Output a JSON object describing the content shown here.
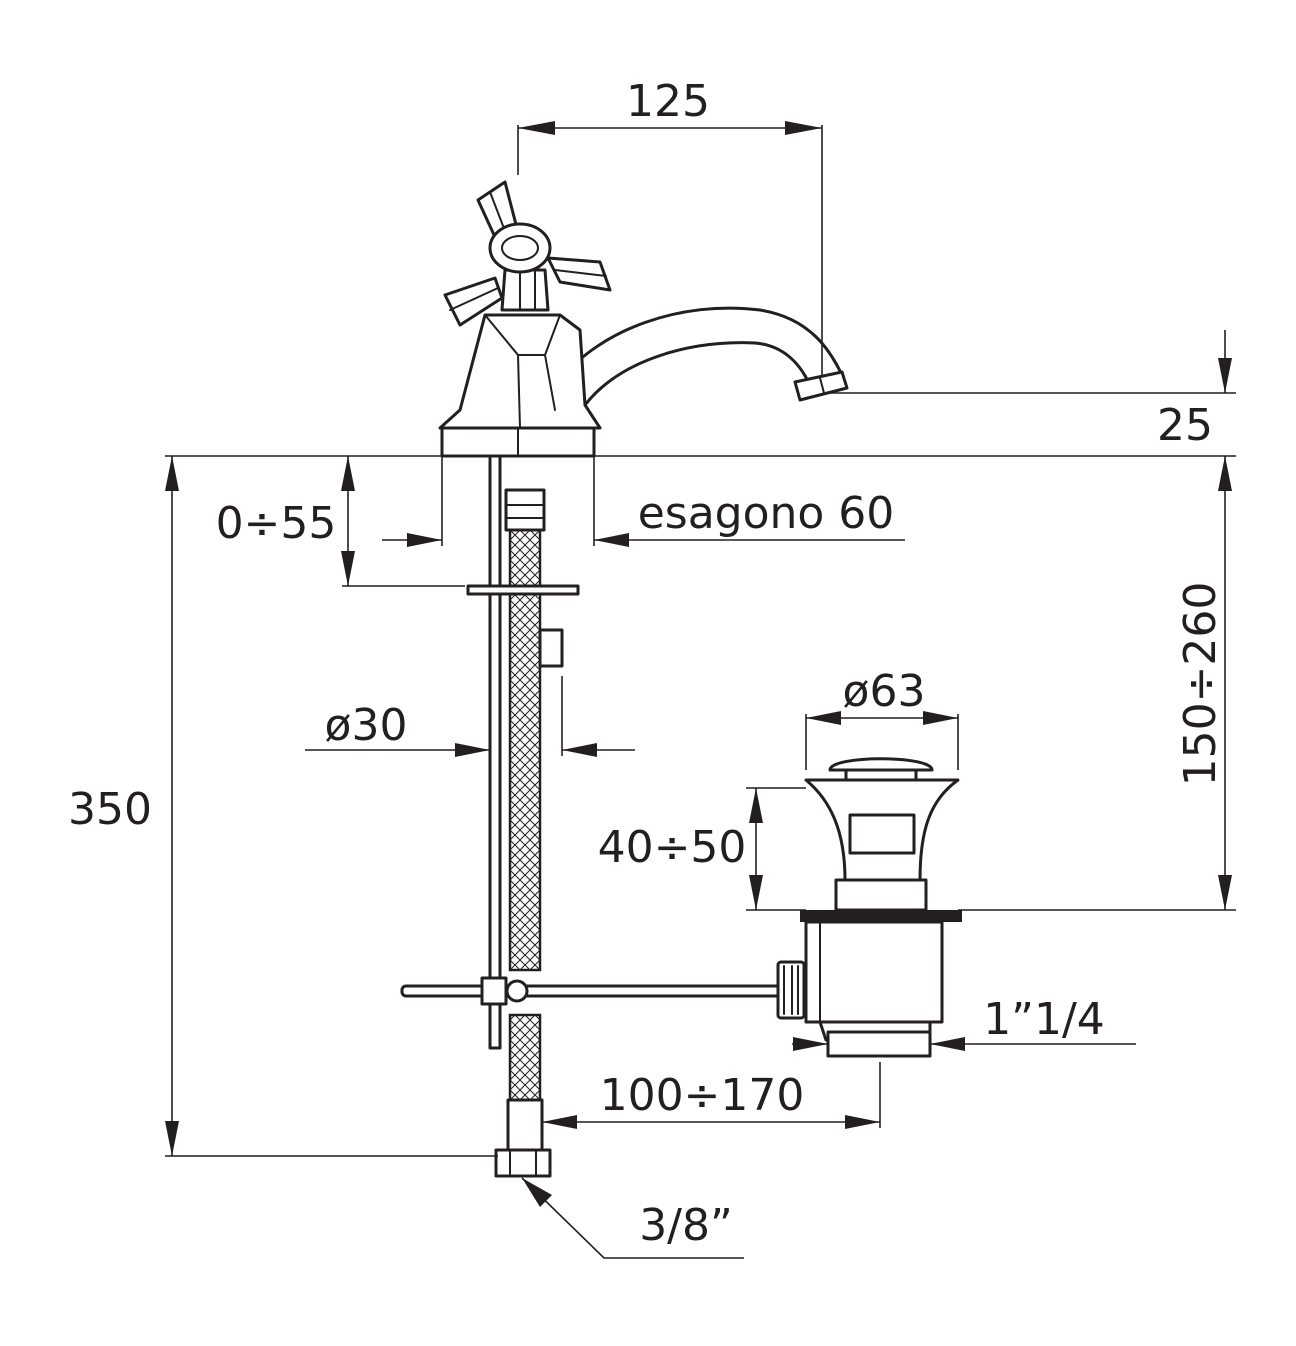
{
  "labels": {
    "spout_reach": "125",
    "spout_height": "25",
    "deck_thickness": "0÷55",
    "hexagon": "esagono 60",
    "shank_diameter": "ø30",
    "total_height": "350",
    "body_height": "150÷260",
    "waste_diameter": "ø63",
    "waste_adjust": "40÷50",
    "waste_thread": "1”1/4",
    "rod_distance": "100÷170",
    "inlet_thread": "3/8”"
  },
  "colors": {
    "ink": "#231f20",
    "background": "#ffffff"
  }
}
